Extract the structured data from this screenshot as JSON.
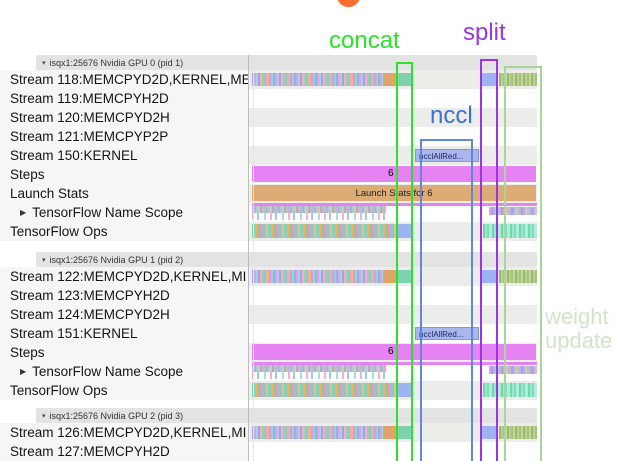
{
  "annotations": {
    "concat": {
      "label": "concat",
      "color": "#2de22d"
    },
    "split": {
      "label": "split",
      "color": "#9a35e6"
    },
    "nccl": {
      "label": "nccl",
      "color": "#3a70d8",
      "box_color": "#5f8ad8"
    },
    "weight_update": {
      "label": "weight update",
      "color": "#cfe6c6",
      "box_color": "#abd49b"
    },
    "top_partial_glyph_color": "#ff7030"
  },
  "colors": {
    "steps_bar": "#e583f2",
    "launch_stats_bar": "#ddab76",
    "nccl_event_bar": "#aab7ef",
    "row_alt_background": "#ececeb",
    "header_band": "#e3e3e3"
  },
  "sections": [
    {
      "header": "isqx1:25676 Nvidia GPU 0 (pid 1)",
      "rows": [
        {
          "label": "Stream 118:MEMCPYD2D,KERNEL,ME",
          "kind": "stream-busy"
        },
        {
          "label": "Stream 119:MEMCPYH2D",
          "kind": "empty"
        },
        {
          "label": "Stream 120:MEMCPYD2H",
          "kind": "empty"
        },
        {
          "label": "Stream 121:MEMCPYP2P",
          "kind": "empty"
        },
        {
          "label": "Stream 150:KERNEL",
          "kind": "nccl",
          "event": "ncclAllRed..."
        },
        {
          "label": "Steps",
          "kind": "steps",
          "value": "6"
        },
        {
          "label": "Launch Stats",
          "kind": "launch",
          "value": "Launch Stats for 6"
        },
        {
          "label": "TensorFlow Name Scope",
          "kind": "namescope",
          "expandable": true
        },
        {
          "label": "TensorFlow Ops",
          "kind": "ops"
        }
      ]
    },
    {
      "header": "isqx1:25676 Nvidia GPU 1 (pid 2)",
      "rows": [
        {
          "label": "Stream 122:MEMCPYD2D,KERNEL,MI",
          "kind": "stream-busy"
        },
        {
          "label": "Stream 123:MEMCPYH2D",
          "kind": "empty"
        },
        {
          "label": "Stream 124:MEMCPYD2H",
          "kind": "empty"
        },
        {
          "label": "Stream 151:KERNEL",
          "kind": "nccl",
          "event": "ncclAllRed..."
        },
        {
          "label": "Steps",
          "kind": "steps",
          "value": "6"
        },
        {
          "label": "TensorFlow Name Scope",
          "kind": "namescope",
          "expandable": true
        },
        {
          "label": "TensorFlow Ops",
          "kind": "ops"
        }
      ]
    },
    {
      "header": "isqx1:25676 Nvidia GPU 2 (pid 3)",
      "rows": [
        {
          "label": "Stream 126:MEMCPYD2D,KERNEL,MI",
          "kind": "stream-busy"
        },
        {
          "label": "Stream 127:MEMCPYH2D",
          "kind": "empty"
        }
      ]
    }
  ]
}
